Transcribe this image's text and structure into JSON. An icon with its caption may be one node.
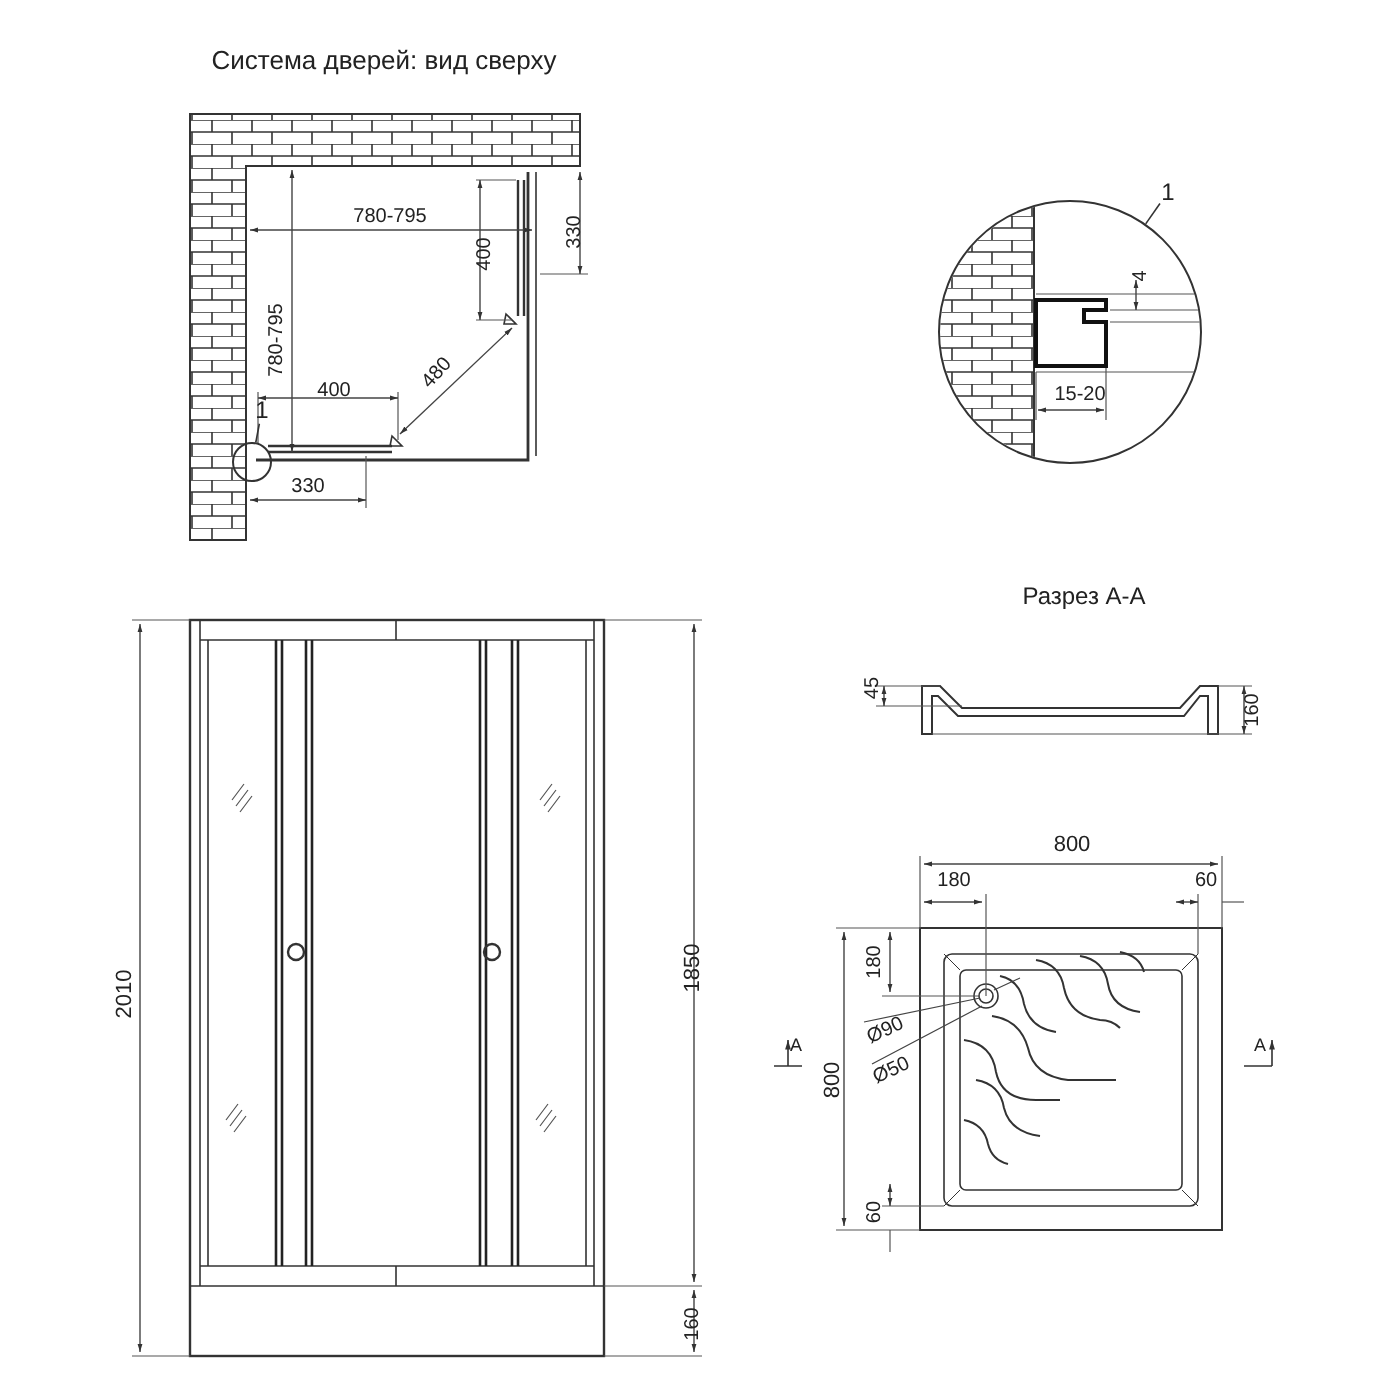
{
  "diagram": {
    "nodes": [
      {
        "text": [
          "1"
        ]
      },
      {
        "text": [],
        "shape": "circle"
      },
      {
        "text": [
          "1"
        ]
      },
      {
        "text": [],
        "shape": "circle"
      }
    ],
    "edges": [
      {
        "from": 0,
        "to": 1,
        "arrow": "none"
      },
      {
        "from": 2,
        "to": 3,
        "arrow": "none"
      }
    ],
    "labels": [
      "Система дверей: вид сверху",
      "780-795",
      "330",
      "400",
      "780-795",
      "480",
      "400",
      "330",
      "4",
      "15-20",
      "Разрез А-А",
      "45",
      "160",
      "2010",
      "1850",
      "160",
      "800",
      "180",
      "60",
      "180",
      "Ø90",
      "Ø50",
      "800",
      "60",
      "А",
      "А"
    ]
  }
}
